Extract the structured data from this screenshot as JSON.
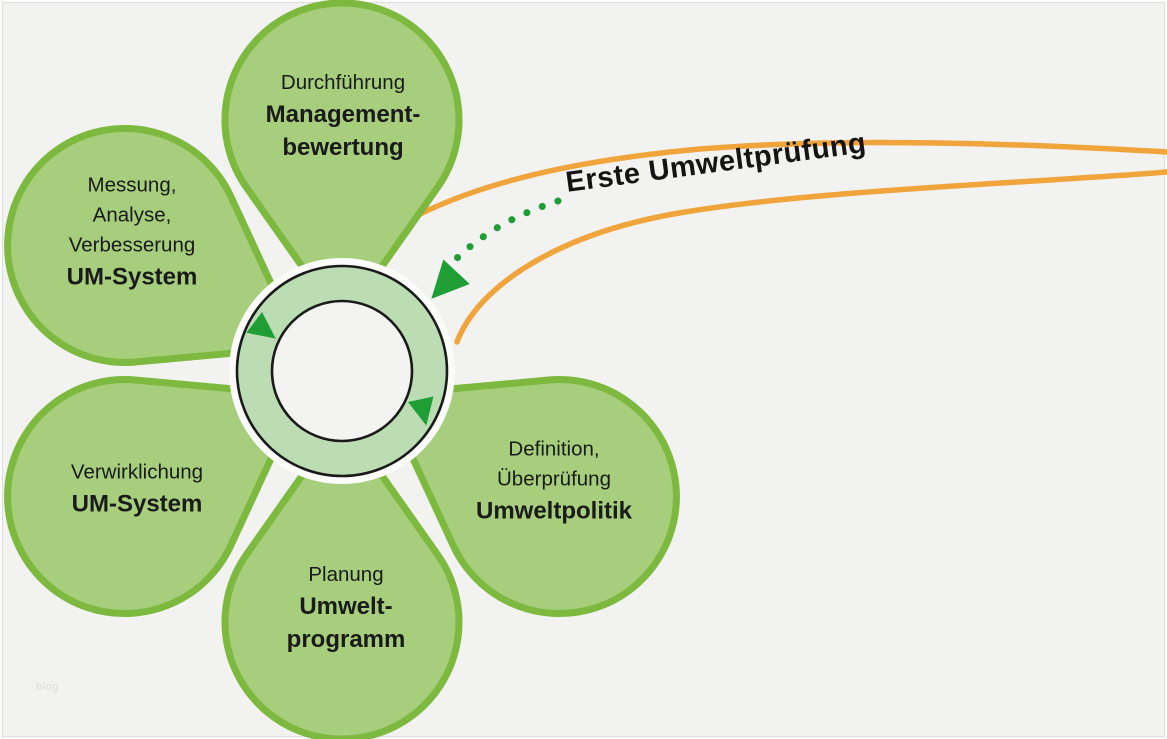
{
  "diagram": {
    "kind": "EMAS environmental-management flower cycle",
    "arrow_label": "Erste Umweltprüfung",
    "watermark": "blog"
  },
  "petals": {
    "top": {
      "lines": [
        "Durchführung",
        "Management-",
        "bewertung"
      ]
    },
    "upleft": {
      "lines": [
        "Messung,",
        "Analyse,",
        "Verbesserung",
        "UM-System"
      ]
    },
    "lowleft": {
      "lines": [
        "Verwirklichung",
        "UM-System"
      ]
    },
    "bottom": {
      "lines": [
        "Planung",
        "Umwelt-",
        "programm"
      ]
    },
    "right": {
      "lines": [
        "Definition,",
        "Überprüfung",
        "Umweltpolitik"
      ]
    }
  },
  "colors": {
    "background": "#f2f2f1",
    "petal_fill": "#a6ce7d",
    "petal_stroke": "#7db93f",
    "ring_fill": "#bcdcb4",
    "ring_inner_fill": "#f3f3f2",
    "ring_outline": "#1a1a1a",
    "white_margin": "#fbfbfa",
    "arrow_green": "#1f9e35",
    "swoosh_orange": "#f0a43c",
    "text": "#1a1a1a"
  }
}
